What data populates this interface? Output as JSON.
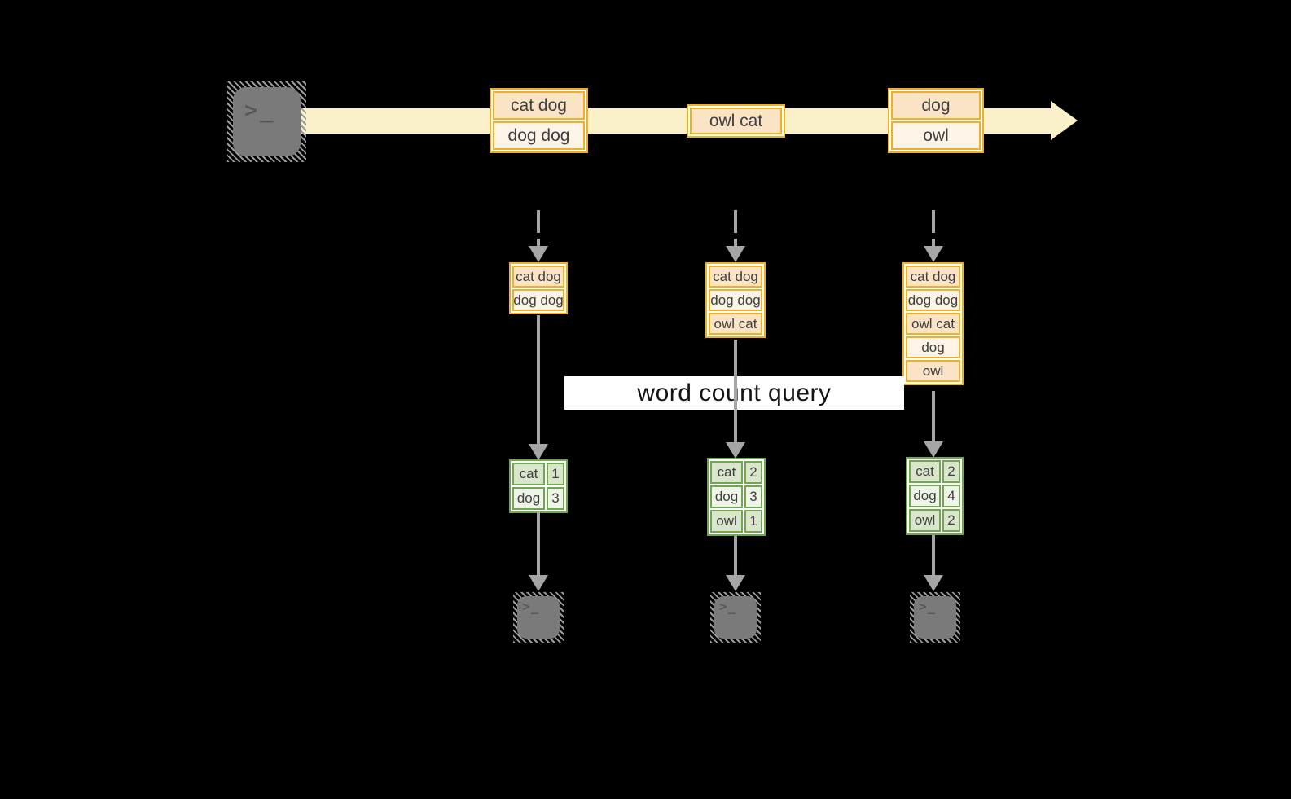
{
  "query_banner": {
    "label": "word count query"
  },
  "stream": {
    "windows": [
      {
        "rows": [
          "cat dog",
          "dog dog"
        ]
      },
      {
        "rows": [
          "owl cat"
        ]
      },
      {
        "rows": [
          "dog",
          "owl"
        ]
      }
    ]
  },
  "columns": [
    {
      "buffer": [
        "cat dog",
        "dog dog"
      ],
      "counts": [
        {
          "word": "cat",
          "count": "1"
        },
        {
          "word": "dog",
          "count": "3"
        }
      ]
    },
    {
      "buffer": [
        "cat dog",
        "dog dog",
        "owl cat"
      ],
      "counts": [
        {
          "word": "cat",
          "count": "2"
        },
        {
          "word": "dog",
          "count": "3"
        },
        {
          "word": "owl",
          "count": "1"
        }
      ]
    },
    {
      "buffer": [
        "cat dog",
        "dog dog",
        "owl cat",
        "dog",
        "owl"
      ],
      "counts": [
        {
          "word": "cat",
          "count": "2"
        },
        {
          "word": "dog",
          "count": "4"
        },
        {
          "word": "owl",
          "count": "2"
        }
      ]
    }
  ],
  "icons": {
    "terminal_glyph": ">_"
  },
  "colors": {
    "stream_fill": "#FAF0C9",
    "box_border": "#F2B01E",
    "box_fill_dark": "#FBE3C5",
    "box_fill_light": "#FDF3E6",
    "table_border": "#71A84F",
    "table_fill_dark": "#D9E6CB",
    "table_fill_light": "#EEF4E8",
    "arrow_gray": "#A5A5A5"
  }
}
